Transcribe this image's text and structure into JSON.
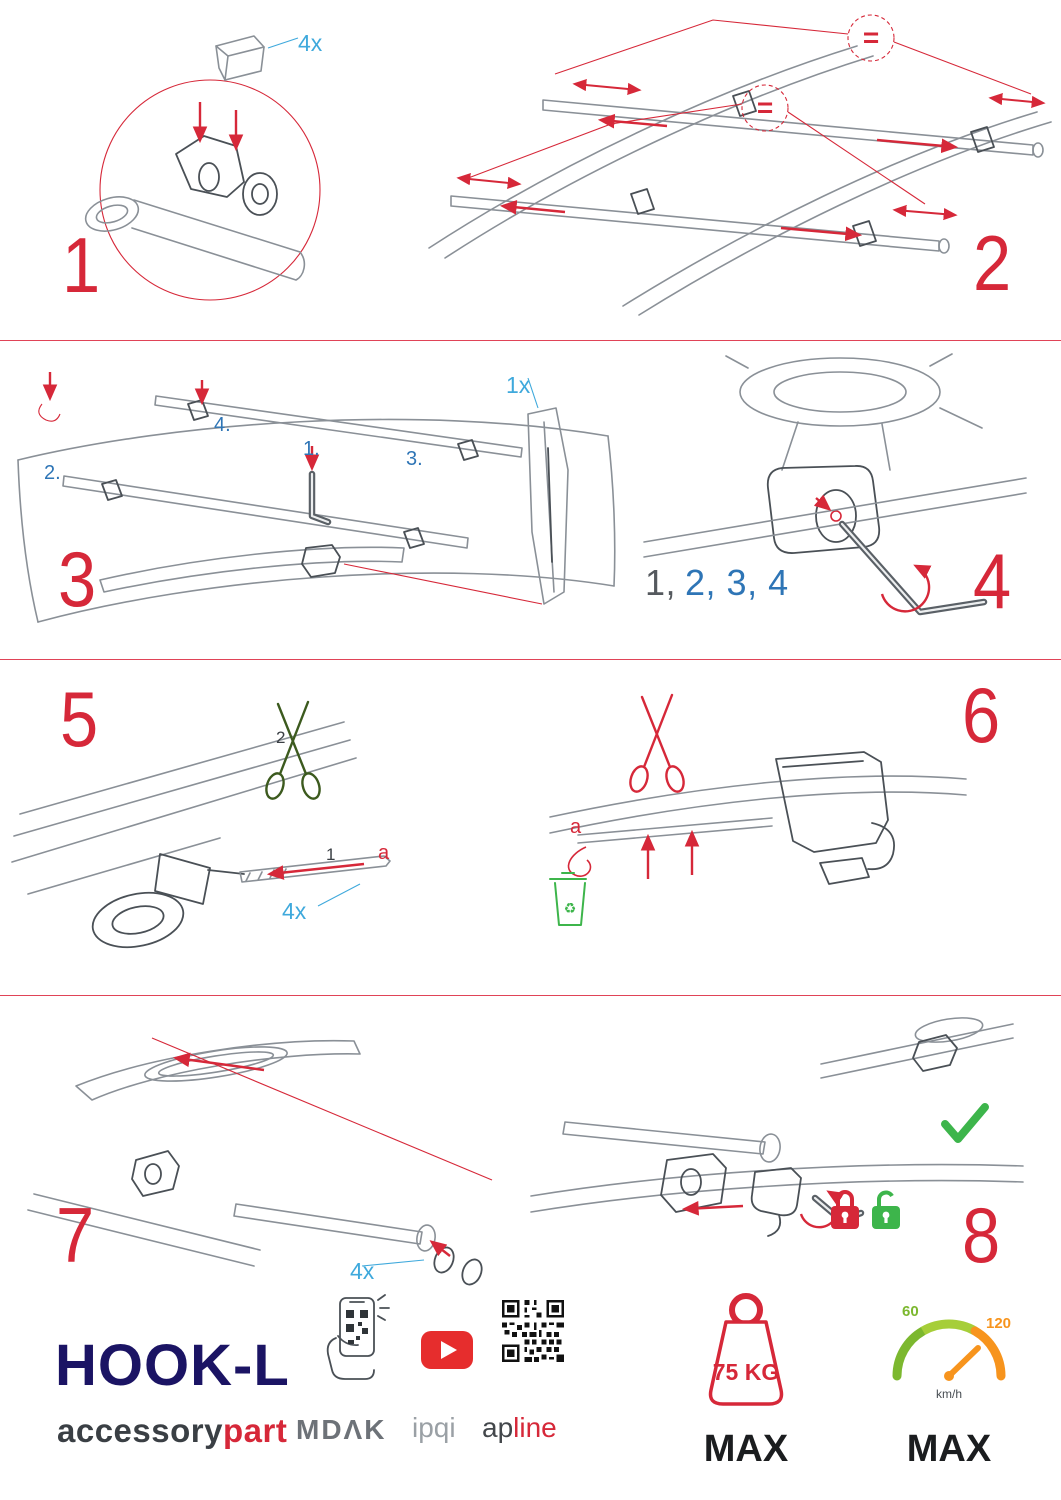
{
  "colors": {
    "red": "#d62839",
    "light_blue": "#3fa9dc",
    "blue": "#2e75b6",
    "green": "#3db54b",
    "navy": "#1b1464",
    "orange": "#f7941d",
    "gray_line": "#8a9097"
  },
  "steps": {
    "s1": {
      "num": "1",
      "qty": "4x"
    },
    "s2": {
      "num": "2",
      "equal": "="
    },
    "s3": {
      "num": "3",
      "qty": "1x",
      "l1": "1.",
      "l2": "2.",
      "l3": "3.",
      "l4": "4."
    },
    "s4": {
      "num": "4",
      "seq_gray": "1,",
      "seq_blue": "2, 3, 4"
    },
    "s5": {
      "num": "5",
      "l1": "1",
      "l2": "2",
      "la": "a",
      "qty": "4x"
    },
    "s6": {
      "num": "6",
      "la": "a",
      "recycle": "♻"
    },
    "s7": {
      "num": "7",
      "qty": "4x"
    },
    "s8": {
      "num": "8"
    }
  },
  "footer": {
    "product": "HOOK-L",
    "brand_accessory": "accessory",
    "brand_part": "part",
    "logo_mdak": "MDΛK",
    "logo_ipqi": "ipqi",
    "logo_ap": "ap",
    "logo_line": "line",
    "weight_value": "75 KG",
    "weight_max": "MAX",
    "speed_low": "60",
    "speed_high": "120",
    "speed_unit": "km/h",
    "speed_max": "MAX"
  }
}
